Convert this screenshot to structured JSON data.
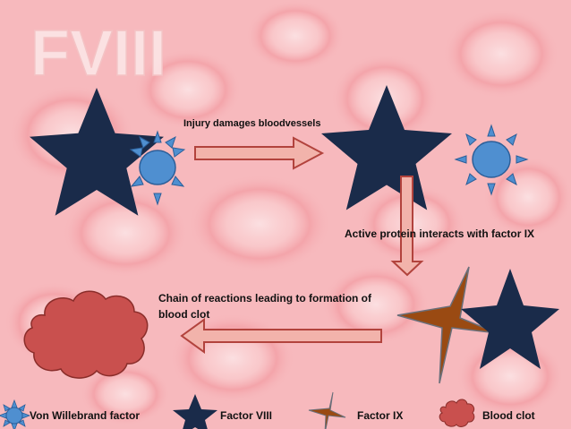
{
  "title": "FVIII",
  "steps": {
    "step1": "Injury damages bloodvessels",
    "step2": "Active protein interacts with factor IX",
    "step3_line1": "Chain of reactions leading to formation of",
    "step3_line2": "blood clot"
  },
  "legend": {
    "vwf": "Von Willebrand factor",
    "f8": "Factor VIII",
    "f9": "Factor IX",
    "clot": "Blood clot"
  },
  "colors": {
    "background": "#f7b9bd",
    "factor_viii": "#1a2b4a",
    "vwf_body": "#4f8fd0",
    "factor_ix": "#9a4a12",
    "clot": "#c9504e",
    "arrow_fill": "#f2b3ab",
    "arrow_stroke": "#b2433d"
  },
  "icons": {
    "factor_viii": "star-icon",
    "vwf": "sun-icon",
    "factor_ix": "four-point-star-icon",
    "clot": "cloud-icon"
  }
}
